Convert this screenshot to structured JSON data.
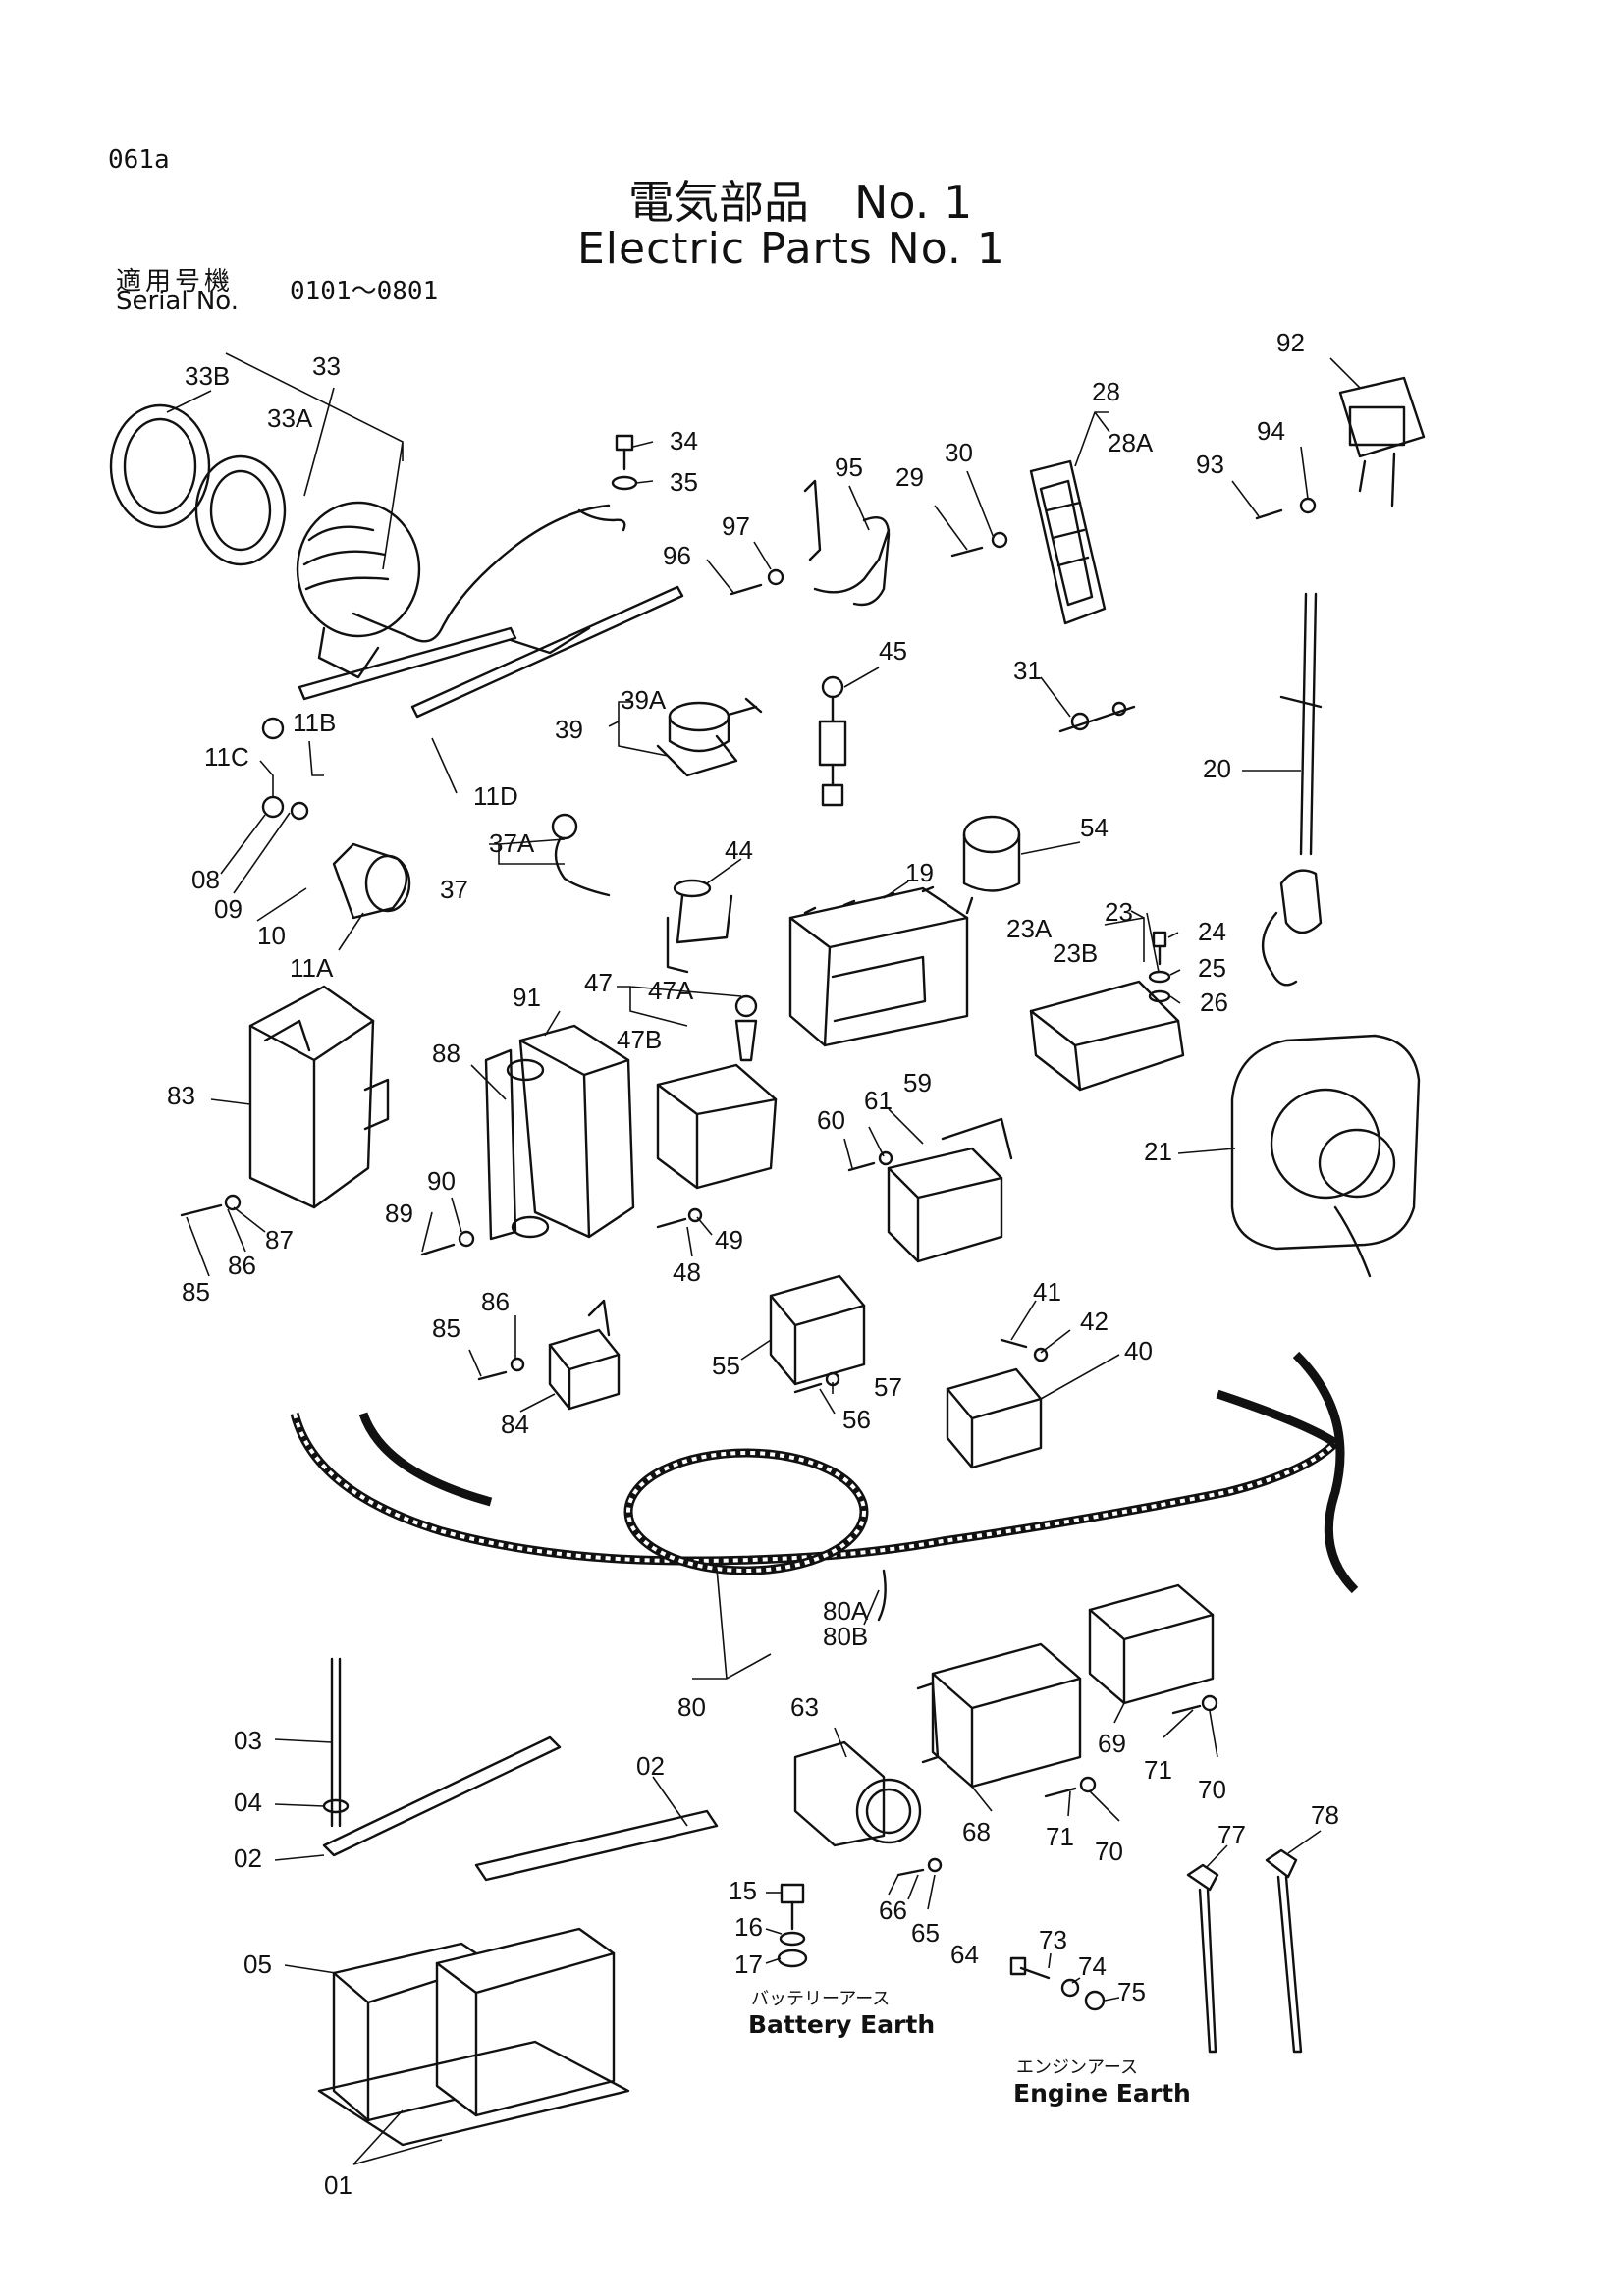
{
  "header": {
    "page_code": "061a",
    "title_jp": "電気部品　No. 1",
    "title_en": "Electric Parts No. 1",
    "serial_label_jp": "適用号機",
    "serial_label_en": "Serial No.",
    "serial_range": "0101～0801"
  },
  "captions": {
    "battery_earth_jp": "バッテリーアース",
    "battery_earth_en": "Battery Earth",
    "engine_earth_jp": "エンジンアース",
    "engine_earth_en": "Engine Earth"
  },
  "callouts": [
    "33B",
    "33",
    "33A",
    "34",
    "35",
    "95",
    "97",
    "96",
    "29",
    "30",
    "28",
    "28A",
    "92",
    "94",
    "93",
    "45",
    "31",
    "20",
    "11B",
    "11C",
    "11D",
    "39A",
    "39",
    "37A",
    "37",
    "08",
    "09",
    "10",
    "11A",
    "44",
    "19",
    "54",
    "23",
    "23A",
    "23B",
    "24",
    "25",
    "26",
    "47",
    "47A",
    "47B",
    "91",
    "88",
    "83",
    "90",
    "89",
    "87",
    "86",
    "85",
    "48",
    "49",
    "61",
    "59",
    "60",
    "21",
    "55",
    "57",
    "56",
    "41",
    "42",
    "40",
    "84",
    "80A",
    "80B",
    "80",
    "03",
    "04",
    "02",
    "05",
    "01",
    "15",
    "16",
    "17",
    "63",
    "66",
    "65",
    "64",
    "68",
    "71",
    "70",
    "69",
    "73",
    "74",
    "75",
    "77",
    "78"
  ]
}
